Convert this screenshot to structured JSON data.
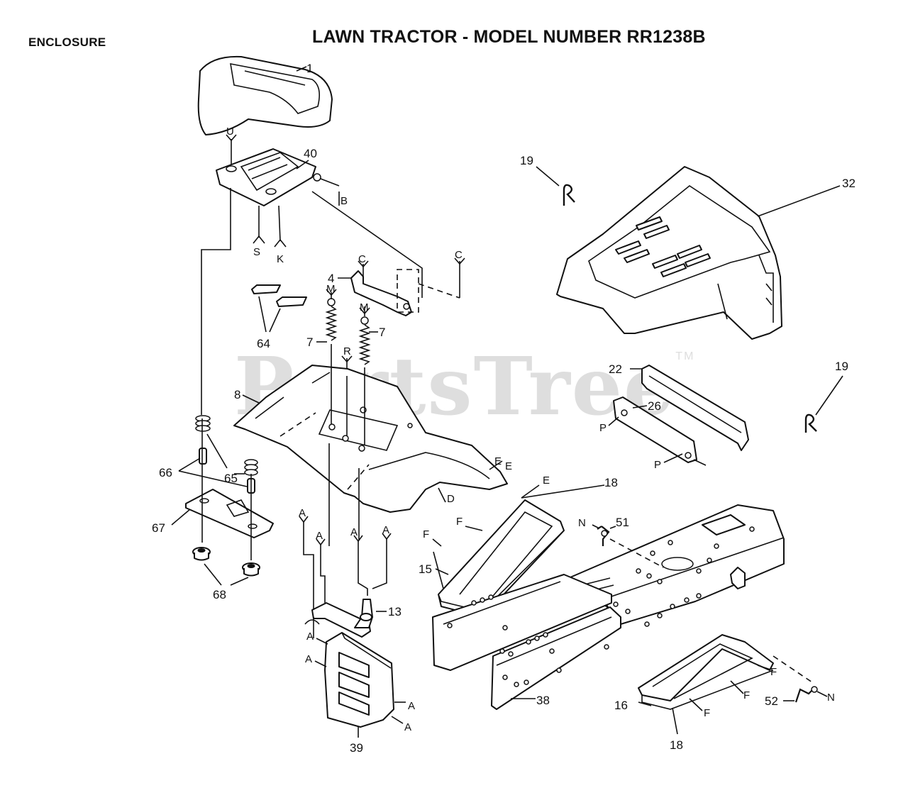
{
  "header": {
    "section": "ENCLOSURE",
    "title": "LAWN TRACTOR - MODEL NUMBER RR1238B"
  },
  "watermark": {
    "text": "PartsTree",
    "mark": "TM"
  },
  "part_numbers": {
    "p1": "1",
    "p4": "4",
    "p7a": "7",
    "p7b": "7",
    "p8": "8",
    "p13": "13",
    "p15": "15",
    "p16": "16",
    "p18a": "18",
    "p18b": "18",
    "p19a": "19",
    "p19b": "19",
    "p22": "22",
    "p26": "26",
    "p32": "32",
    "p38": "38",
    "p39": "39",
    "p40": "40",
    "p51": "51",
    "p52": "52",
    "p64": "64",
    "p65": "65",
    "p66": "66",
    "p67": "67",
    "p68": "68"
  },
  "ref_letters": {
    "u": "U",
    "b": "B",
    "s": "S",
    "k": "K",
    "c1": "C",
    "c2": "C",
    "m1": "M",
    "m2": "M",
    "r": "R",
    "e1": "E",
    "e2": "E",
    "e3": "E",
    "d": "D",
    "f1": "F",
    "f2": "F",
    "f3": "F",
    "f4": "F",
    "f5": "F",
    "p1": "P",
    "p2": "P",
    "n1": "N",
    "n2": "N",
    "a1": "A",
    "a2": "A",
    "a3": "A",
    "a4": "A",
    "a5": "A",
    "a6": "A",
    "a7": "A",
    "a8": "A"
  }
}
